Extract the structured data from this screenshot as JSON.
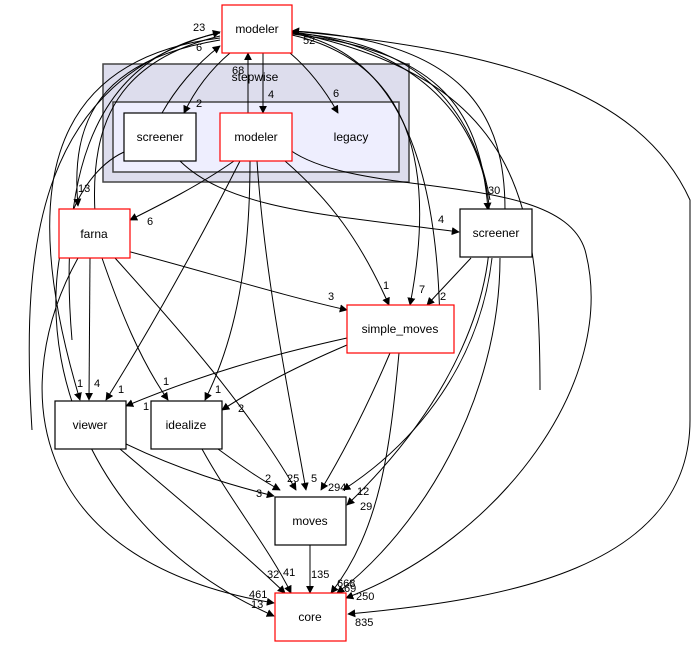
{
  "graph": {
    "clusters": {
      "stepwise": {
        "label": "stepwise"
      },
      "legacy": {
        "label": "legacy"
      }
    },
    "nodes": {
      "modeler_top": {
        "label": "modeler",
        "border": "#ff0000"
      },
      "screener_inner": {
        "label": "screener",
        "border": "#000000"
      },
      "modeler_inner": {
        "label": "modeler",
        "border": "#ff0000"
      },
      "farna": {
        "label": "farna",
        "border": "#ff0000"
      },
      "screener": {
        "label": "screener",
        "border": "#000000"
      },
      "simple_moves": {
        "label": "simple_moves",
        "border": "#ff0000"
      },
      "viewer": {
        "label": "viewer",
        "border": "#000000"
      },
      "idealize": {
        "label": "idealize",
        "border": "#000000"
      },
      "moves": {
        "label": "moves",
        "border": "#000000"
      },
      "core": {
        "label": "core",
        "border": "#ff0000"
      }
    },
    "edges": [
      {
        "from": "farna",
        "to": "modeler_top",
        "count": "23"
      },
      {
        "from": "screener_inner",
        "to": "modeler_top",
        "count": "6"
      },
      {
        "from": "modeler_top",
        "to": "screener_inner",
        "count": "2"
      },
      {
        "from": "modeler_inner",
        "to": "modeler_top",
        "count": "68"
      },
      {
        "from": "modeler_top",
        "to": "modeler_inner",
        "count": "4"
      },
      {
        "from": "modeler_top",
        "to": "legacy",
        "count": "6"
      },
      {
        "from": "screener",
        "to": "modeler_top",
        "count": "52"
      },
      {
        "from": "modeler_top",
        "to": "farna",
        "count": "13"
      },
      {
        "from": "modeler_inner",
        "to": "farna",
        "count": "6"
      },
      {
        "from": "screener_inner",
        "to": "screener",
        "count": "4"
      },
      {
        "from": "modeler_top",
        "to": "screener",
        "count": "30"
      },
      {
        "from": "farna",
        "to": "simple_moves",
        "count": "3"
      },
      {
        "from": "modeler_inner",
        "to": "simple_moves",
        "count": "1"
      },
      {
        "from": "modeler_top",
        "to": "simple_moves",
        "count": "7"
      },
      {
        "from": "screener",
        "to": "simple_moves",
        "count": "2"
      },
      {
        "from": "modeler_top",
        "to": "viewer",
        "count": "1"
      },
      {
        "from": "farna",
        "to": "viewer",
        "count": "4"
      },
      {
        "from": "modeler_inner",
        "to": "viewer",
        "count": "1"
      },
      {
        "from": "simple_moves",
        "to": "viewer",
        "count": "1"
      },
      {
        "from": "farna",
        "to": "idealize",
        "count": "1"
      },
      {
        "from": "modeler_inner",
        "to": "idealize",
        "count": "1"
      },
      {
        "from": "simple_moves",
        "to": "idealize",
        "count": "2"
      },
      {
        "from": "idealize",
        "to": "moves",
        "count": "2"
      },
      {
        "from": "viewer",
        "to": "moves",
        "count": "3"
      },
      {
        "from": "farna",
        "to": "moves",
        "count": "25"
      },
      {
        "from": "modeler_inner",
        "to": "moves",
        "count": "5"
      },
      {
        "from": "simple_moves",
        "to": "moves",
        "count": "294"
      },
      {
        "from": "screener",
        "to": "moves",
        "count": "12"
      },
      {
        "from": "modeler_top",
        "to": "moves",
        "count": "29"
      },
      {
        "from": "viewer",
        "to": "core",
        "count": "32"
      },
      {
        "from": "idealize",
        "to": "core",
        "count": "41"
      },
      {
        "from": "moves",
        "to": "core",
        "count": "135"
      },
      {
        "from": "farna",
        "to": "core",
        "count": "461"
      },
      {
        "from": "screener_inner",
        "to": "core",
        "count": "13"
      },
      {
        "from": "simple_moves",
        "to": "core",
        "count": "668"
      },
      {
        "from": "screener",
        "to": "core",
        "count": "69"
      },
      {
        "from": "modeler_inner",
        "to": "core",
        "count": "250"
      },
      {
        "from": "modeler_top",
        "to": "core",
        "count": "835"
      }
    ]
  }
}
